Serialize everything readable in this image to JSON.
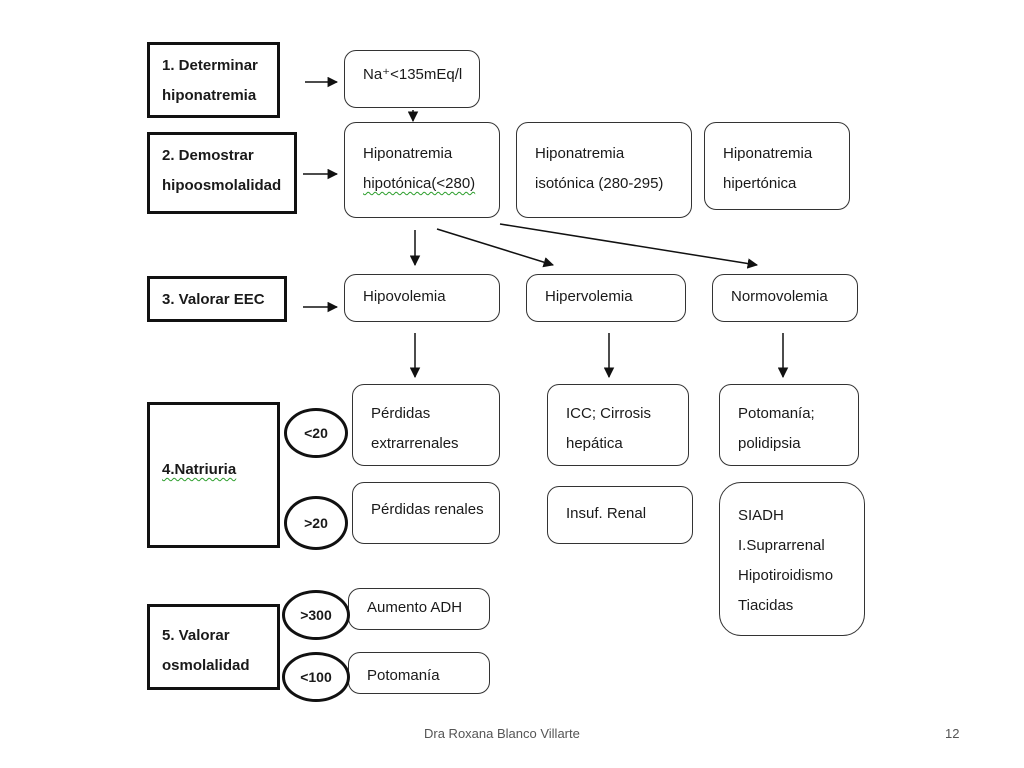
{
  "steps": {
    "s1": {
      "line1": "1. Determinar",
      "line2": "hiponatremia"
    },
    "s2": {
      "line1": "2. Demostrar",
      "line2": "hipoosmolalidad"
    },
    "s3": {
      "line1": "3. Valorar EEC"
    },
    "s4": {
      "line1": "4.Natriuria"
    },
    "s5": {
      "line1": "5. Valorar",
      "line2": "osmolalidad"
    }
  },
  "nodes": {
    "sodium": "Na⁺<135mEq/l",
    "hypotonic": {
      "line1": "Hiponatremia",
      "line2": "hipotónica(<280)"
    },
    "isotonic": {
      "line1": "Hiponatremia",
      "line2": "isotónica (280-295)"
    },
    "hypertonic": {
      "line1": "Hiponatremia",
      "line2": "hipertónica"
    },
    "hypovolemia": "Hipovolemia",
    "hypervolemia": "Hipervolemia",
    "normovolemia": "Normovolemia",
    "extrarenal": {
      "line1": "Pérdidas",
      "line2": "extrarrenales"
    },
    "renal": "Pérdidas renales",
    "icc": {
      "line1": "ICC; Cirrosis",
      "line2": "hepática"
    },
    "insuf_renal": "Insuf. Renal",
    "potomania_polidipsia": {
      "line1": "Potomanía;",
      "line2": "polidipsia"
    },
    "siadh": [
      "SIADH",
      "I.Suprarrenal",
      "Hipotiroidismo",
      "Tiacidas"
    ],
    "adh": "Aumento ADH",
    "potomania": "Potomanía"
  },
  "ovals": {
    "lt20": "<20",
    "gt20": ">20",
    "gt300": ">300",
    "lt100": "<100"
  },
  "footer": {
    "author": "Dra Roxana Blanco Villarte",
    "page": "12"
  }
}
